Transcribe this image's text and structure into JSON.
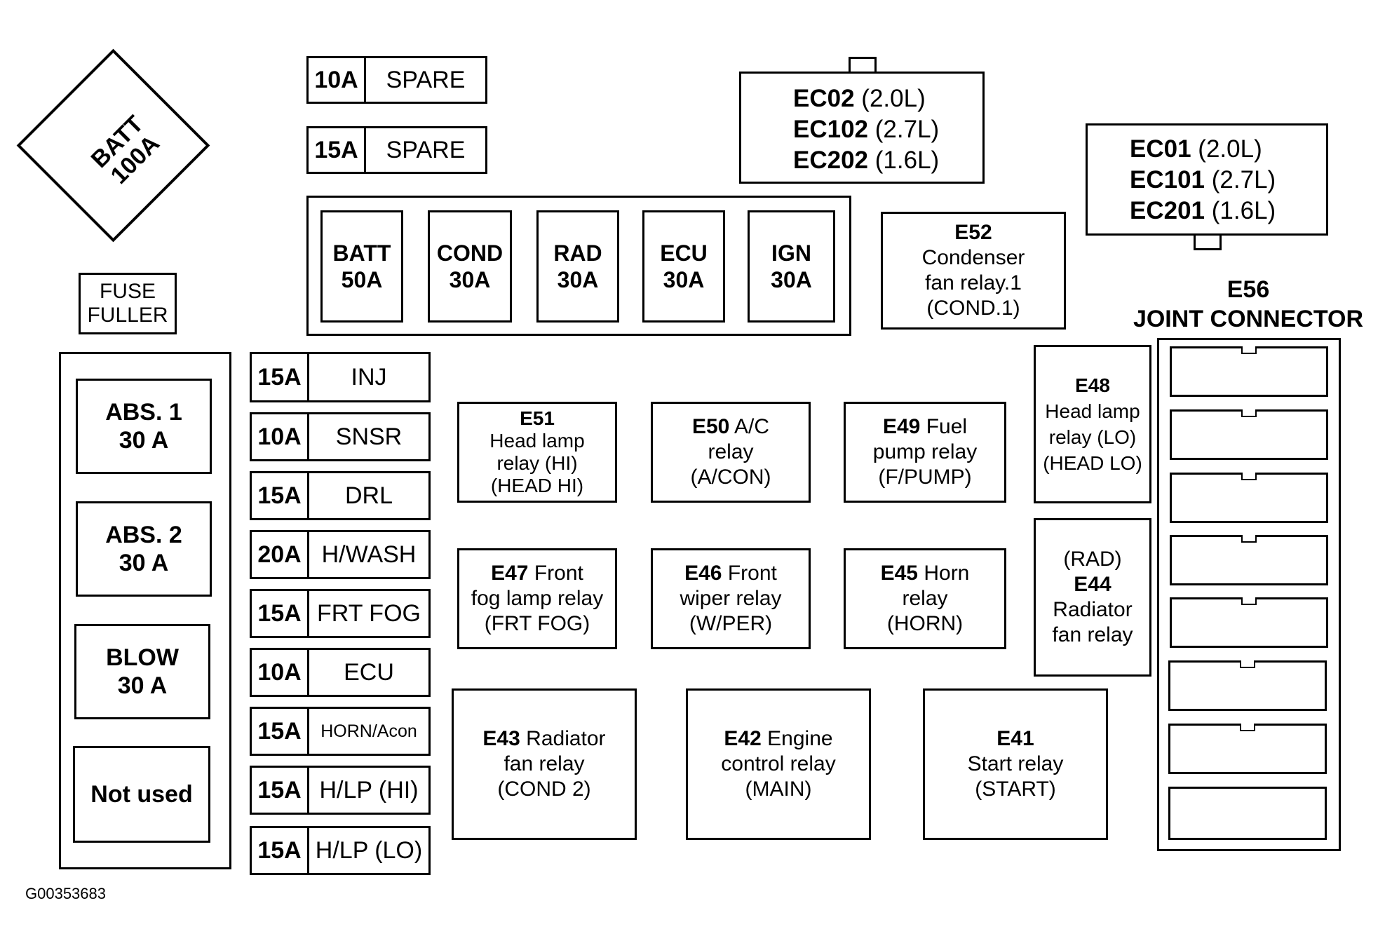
{
  "batt_main": {
    "name": "BATT",
    "rating": "100A"
  },
  "fuse_puller": {
    "line1": "FUSE",
    "line2": "FULLER"
  },
  "spare_fuses": [
    {
      "amp": "10A",
      "name": "SPARE"
    },
    {
      "amp": "15A",
      "name": "SPARE"
    }
  ],
  "fusible_links": [
    {
      "name": "BATT",
      "rating": "50A"
    },
    {
      "name": "COND",
      "rating": "30A"
    },
    {
      "name": "RAD",
      "rating": "30A"
    },
    {
      "name": "ECU",
      "rating": "30A"
    },
    {
      "name": "IGN",
      "rating": "30A"
    }
  ],
  "left_fuses": [
    {
      "name": "ABS. 1",
      "rating": "30 A"
    },
    {
      "name": "ABS. 2",
      "rating": "30 A"
    },
    {
      "name": "BLOW",
      "rating": "30 A"
    },
    {
      "name": "Not used",
      "rating": ""
    }
  ],
  "mini_fuses": [
    {
      "amp": "15A",
      "name": "INJ"
    },
    {
      "amp": "10A",
      "name": "SNSR"
    },
    {
      "amp": "15A",
      "name": "DRL"
    },
    {
      "amp": "20A",
      "name": "H/WASH"
    },
    {
      "amp": "15A",
      "name": "FRT FOG"
    },
    {
      "amp": "10A",
      "name": "ECU"
    },
    {
      "amp": "15A",
      "name": "HORN/Acon"
    },
    {
      "amp": "15A",
      "name": "H/LP (HI)"
    },
    {
      "amp": "15A",
      "name": "H/LP (LO)"
    }
  ],
  "connectors": {
    "ec_top": [
      {
        "code": "EC02",
        "spec": "(2.0L)"
      },
      {
        "code": "EC102",
        "spec": "(2.7L)"
      },
      {
        "code": "EC202",
        "spec": "(1.6L)"
      }
    ],
    "ec_right": [
      {
        "code": "EC01",
        "spec": "(2.0L)"
      },
      {
        "code": "EC101",
        "spec": "(2.7L)"
      },
      {
        "code": "EC201",
        "spec": "(1.6L)"
      }
    ]
  },
  "relays": {
    "e52": {
      "code": "E52",
      "line1": "Condenser",
      "line2": "fan relay.1",
      "line3": "(COND.1)"
    },
    "e51": {
      "code": "E51",
      "line1": "Head lamp",
      "line2": "relay (HI)",
      "line3": "(HEAD HI)"
    },
    "e50": {
      "code": "E50",
      "line1": "A/C",
      "line2": "relay",
      "line3": "(A/CON)"
    },
    "e49": {
      "code": "E49",
      "line1": "Fuel",
      "line2": "pump relay",
      "line3": "(F/PUMP)"
    },
    "e48": {
      "code": "E48",
      "line1": "Head lamp",
      "line2": "relay (LO)",
      "line3": "(HEAD LO)"
    },
    "e47": {
      "code": "E47",
      "line1": "Front",
      "line2": "fog lamp relay",
      "line3": "(FRT FOG)"
    },
    "e46": {
      "code": "E46",
      "line1": "Front",
      "line2": "wiper relay",
      "line3": "(W/PER)"
    },
    "e45": {
      "code": "E45",
      "line1": "Horn",
      "line2": "relay",
      "line3": "(HORN)"
    },
    "e44": {
      "code": "E44",
      "line0": "(RAD)",
      "line1": "Radiator",
      "line2": "fan relay"
    },
    "e43": {
      "code": "E43",
      "line1": "Radiator",
      "line2": "fan relay",
      "line3": "(COND 2)"
    },
    "e42": {
      "code": "E42",
      "line1": "Engine",
      "line2": "control relay",
      "line3": "(MAIN)"
    },
    "e41": {
      "code": "E41",
      "line1": "Start relay",
      "line2": "(START)"
    }
  },
  "joint_connector": {
    "code": "E56",
    "title": "JOINT CONNECTOR",
    "slots": 8
  },
  "figure_id": "G00353683"
}
